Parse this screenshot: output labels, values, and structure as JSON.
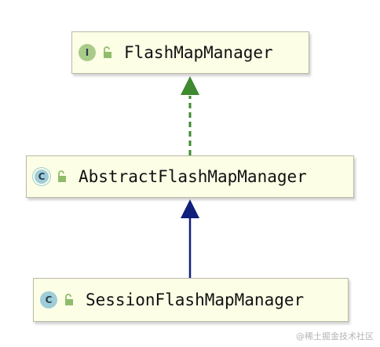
{
  "nodes": {
    "interface": {
      "kind": "I",
      "kind_color": "#a9cc8a",
      "name": "FlashMapManager"
    },
    "abstract": {
      "kind": "C",
      "kind_color": "#9ecdd8",
      "name": "AbstractFlashMapManager"
    },
    "session": {
      "kind": "C",
      "kind_color": "#9ecdd8",
      "name": "SessionFlashMapManager"
    }
  },
  "edges": [
    {
      "from": "abstract",
      "to": "interface",
      "relation": "implements",
      "style": "dashed",
      "color": "#3e8a2e"
    },
    {
      "from": "session",
      "to": "abstract",
      "relation": "extends",
      "style": "solid",
      "color": "#11207c"
    }
  ],
  "icons": {
    "visibility": "open-lock-icon",
    "lock_color": "#8fbd6b"
  },
  "watermark": "@稀土掘金技术社区"
}
